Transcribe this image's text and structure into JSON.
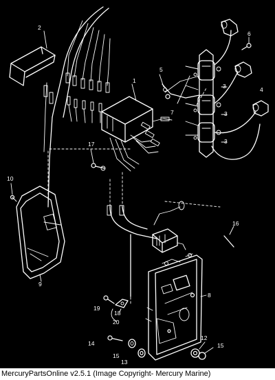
{
  "callouts": {
    "c1": "1",
    "c2": "2",
    "c3a": "3",
    "c3b": "3",
    "c3c": "3",
    "c4": "4",
    "c5": "5",
    "c6": "6",
    "c7": "7",
    "c8": "8",
    "c9": "9",
    "c10": "10",
    "c12": "12",
    "c13": "13",
    "c14": "14",
    "c15a": "15",
    "c15b": "15",
    "c16": "16",
    "c17": "17",
    "c18": "18",
    "c19": "19",
    "c20": "20"
  },
  "caption": "MercuryPartsOnline v2.5.1 (Image Copyright- Mercury Marine)"
}
